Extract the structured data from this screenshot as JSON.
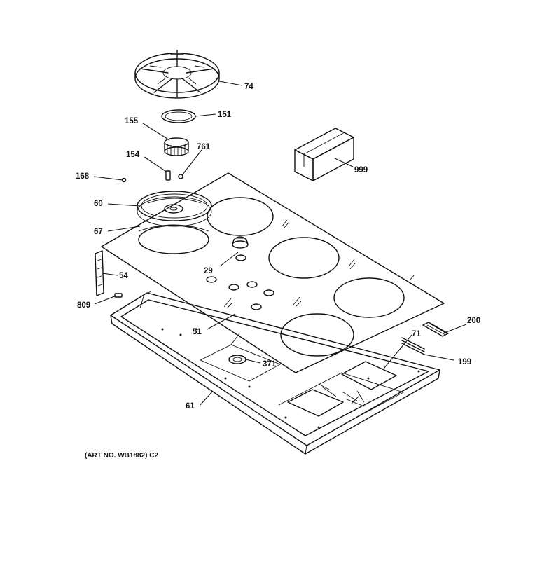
{
  "parts": [
    {
      "id": "74",
      "label": "74"
    },
    {
      "id": "151",
      "label": "151"
    },
    {
      "id": "155",
      "label": "155"
    },
    {
      "id": "154",
      "label": "154"
    },
    {
      "id": "761",
      "label": "761"
    },
    {
      "id": "168",
      "label": "168"
    },
    {
      "id": "60",
      "label": "60"
    },
    {
      "id": "67",
      "label": "67"
    },
    {
      "id": "29",
      "label": "29"
    },
    {
      "id": "54",
      "label": "54"
    },
    {
      "id": "809",
      "label": "809"
    },
    {
      "id": "999",
      "label": "999"
    },
    {
      "id": "51",
      "label": "51"
    },
    {
      "id": "200",
      "label": "200"
    },
    {
      "id": "71",
      "label": "71"
    },
    {
      "id": "199",
      "label": "199"
    },
    {
      "id": "371",
      "label": "371"
    },
    {
      "id": "61",
      "label": "61"
    }
  ],
  "caption": "(ART NO. WB1882) C2"
}
